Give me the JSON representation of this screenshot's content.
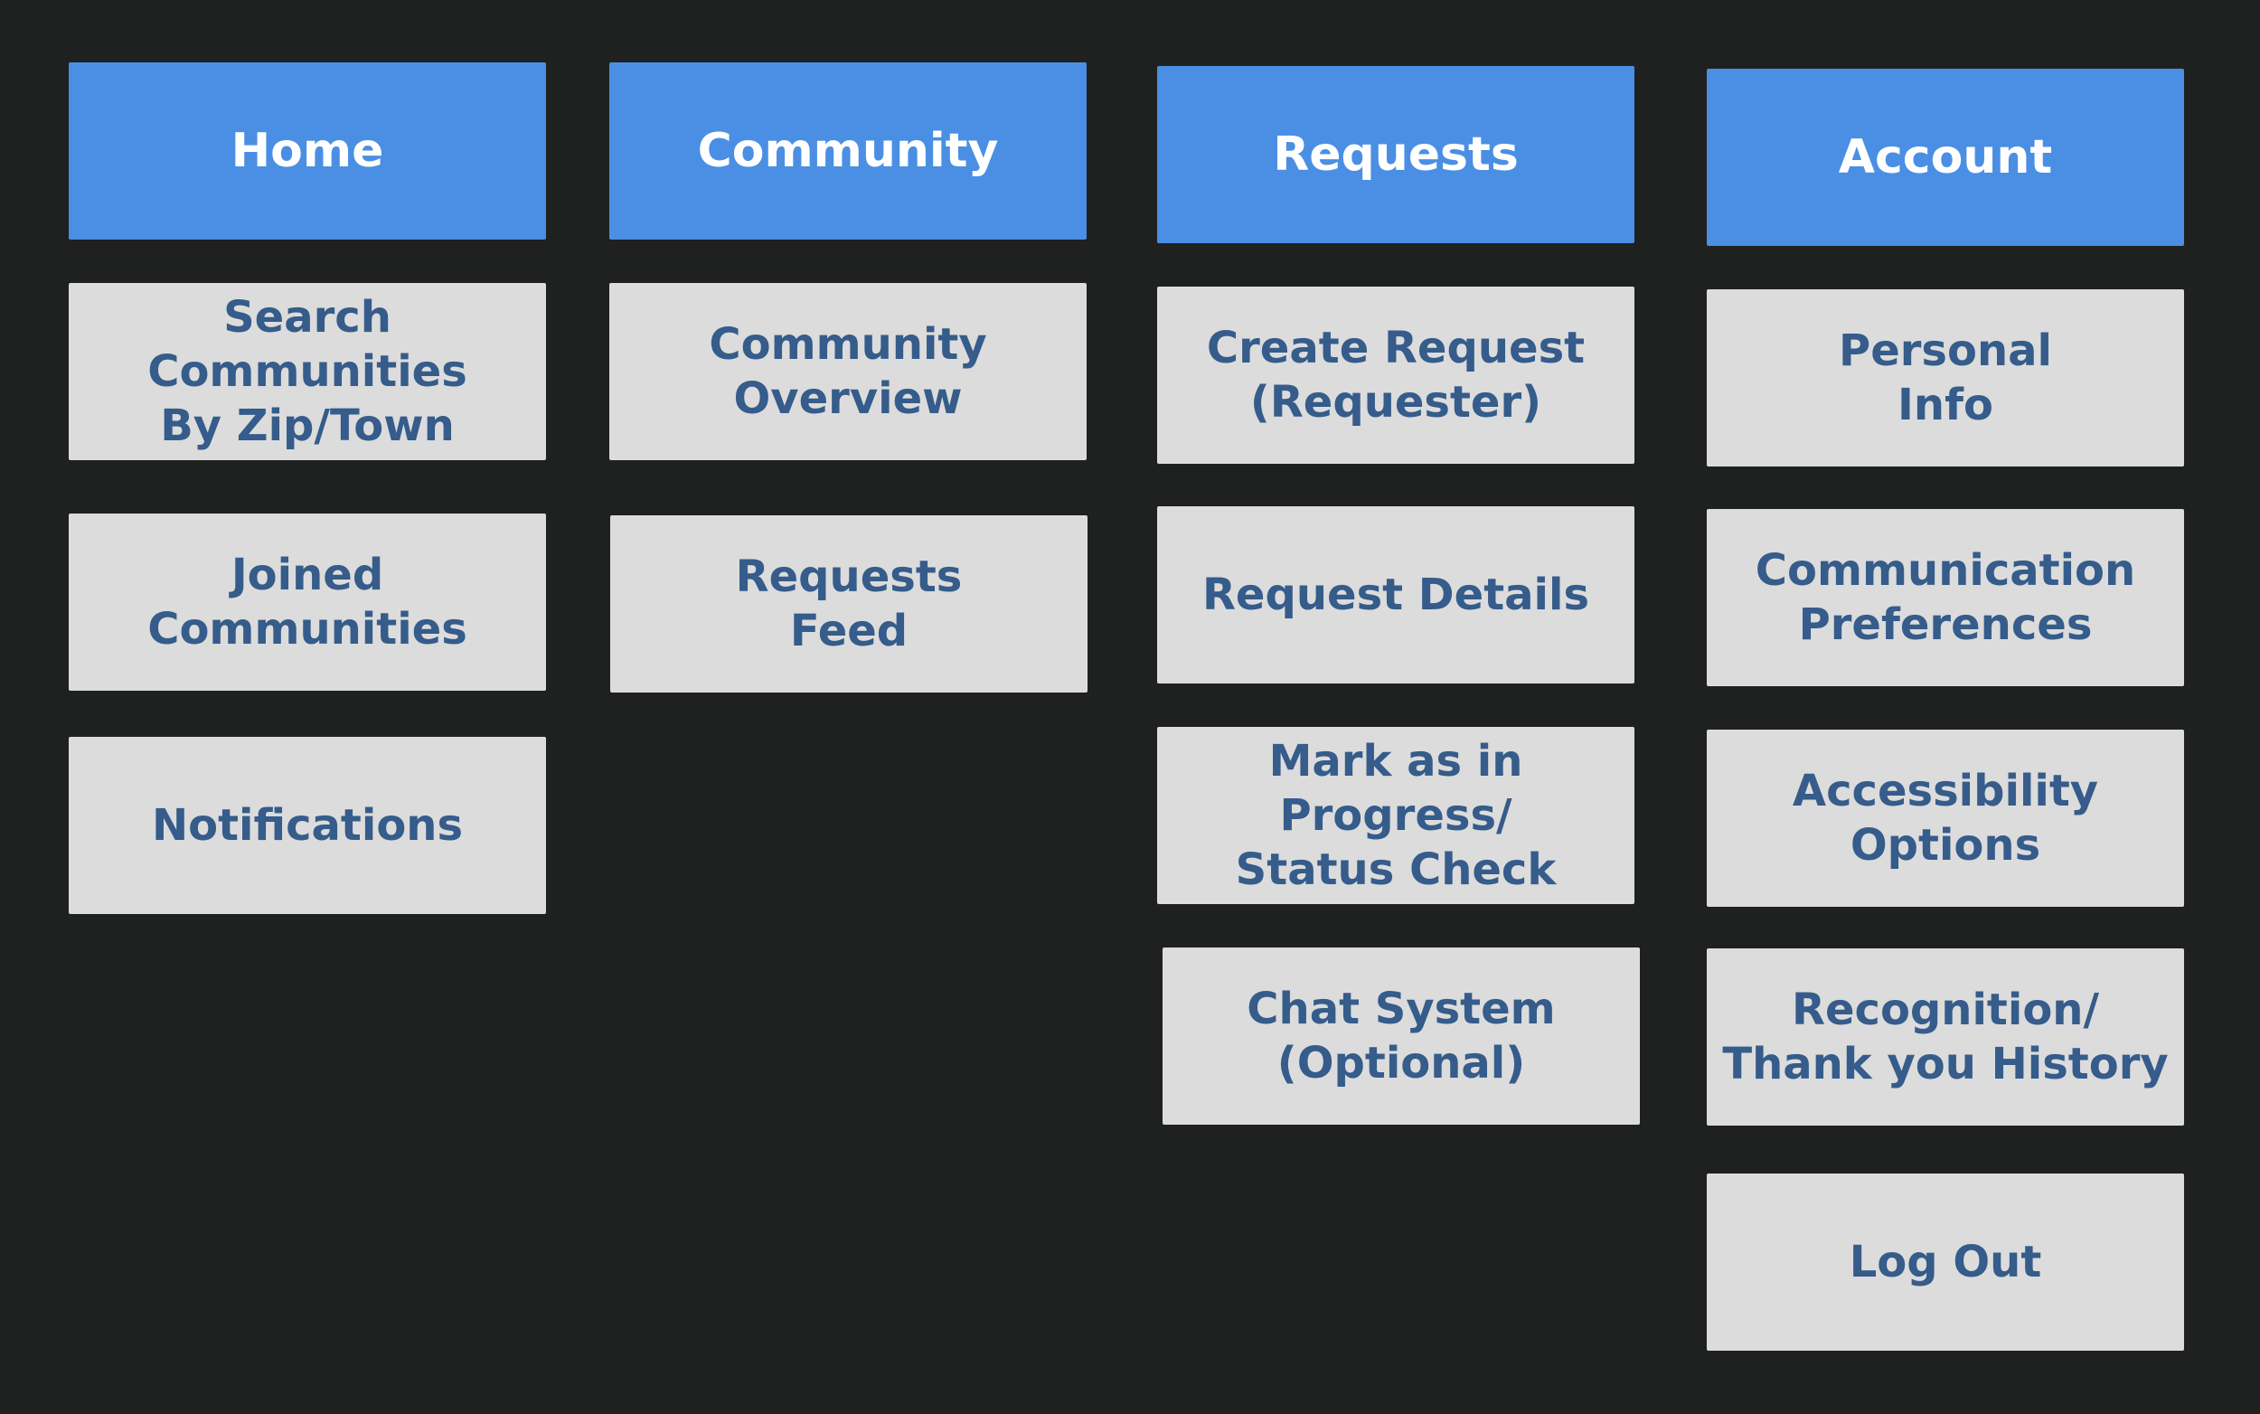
{
  "columns": [
    {
      "header": "Home",
      "items": [
        "Search Communities\nBy Zip/Town",
        "Joined\nCommunities",
        "Notifications"
      ]
    },
    {
      "header": "Community",
      "items": [
        "Community\nOverview",
        "Requests\nFeed"
      ]
    },
    {
      "header": "Requests",
      "items": [
        "Create Request\n(Requester)",
        "Request Details",
        "Mark as in Progress/\nStatus Check",
        "Chat System\n(Optional)"
      ]
    },
    {
      "header": "Account",
      "items": [
        "Personal\nInfo",
        "Communication\nPreferences",
        "Accessibility\nOptions",
        "Recognition/\nThank you History",
        "Log Out"
      ]
    }
  ],
  "colors": {
    "background": "#1f2020",
    "header_fill": "#4a8fe3",
    "header_text": "#ffffff",
    "item_fill": "#dcdcdc",
    "item_text": "#355c8a"
  }
}
